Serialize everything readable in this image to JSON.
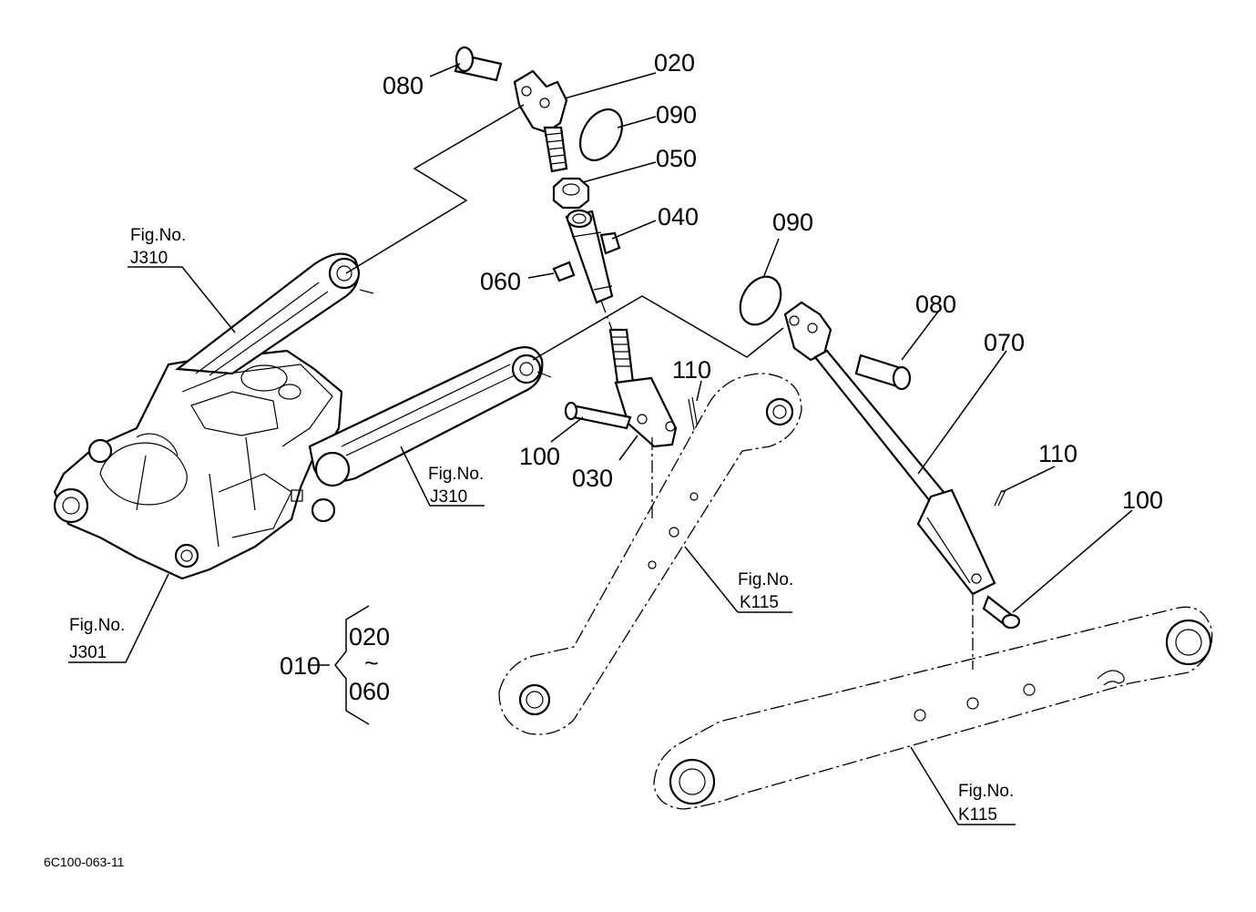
{
  "part_labels": {
    "p080_top": "080",
    "p020": "020",
    "p090_top": "090",
    "p050": "050",
    "p040": "040",
    "p060": "060",
    "p090_right": "090",
    "p080_right": "080",
    "p070": "070",
    "p110_mid": "110",
    "p100_mid": "100",
    "p030": "030",
    "p110_right": "110",
    "p100_right": "100"
  },
  "figure_refs": {
    "j310_upper": {
      "fig": "Fig.No.",
      "no": "J310"
    },
    "j310_lower": {
      "fig": "Fig.No.",
      "no": "J310"
    },
    "j301": {
      "fig": "Fig.No.",
      "no": "J301"
    },
    "k115_left": {
      "fig": "Fig.No.",
      "no": "K115"
    },
    "k115_right": {
      "fig": "Fig.No.",
      "no": "K115"
    }
  },
  "assembly": {
    "number": "010",
    "from": "020",
    "tilde": "~",
    "to": "060"
  },
  "drawing_code": "6C100-063-11"
}
